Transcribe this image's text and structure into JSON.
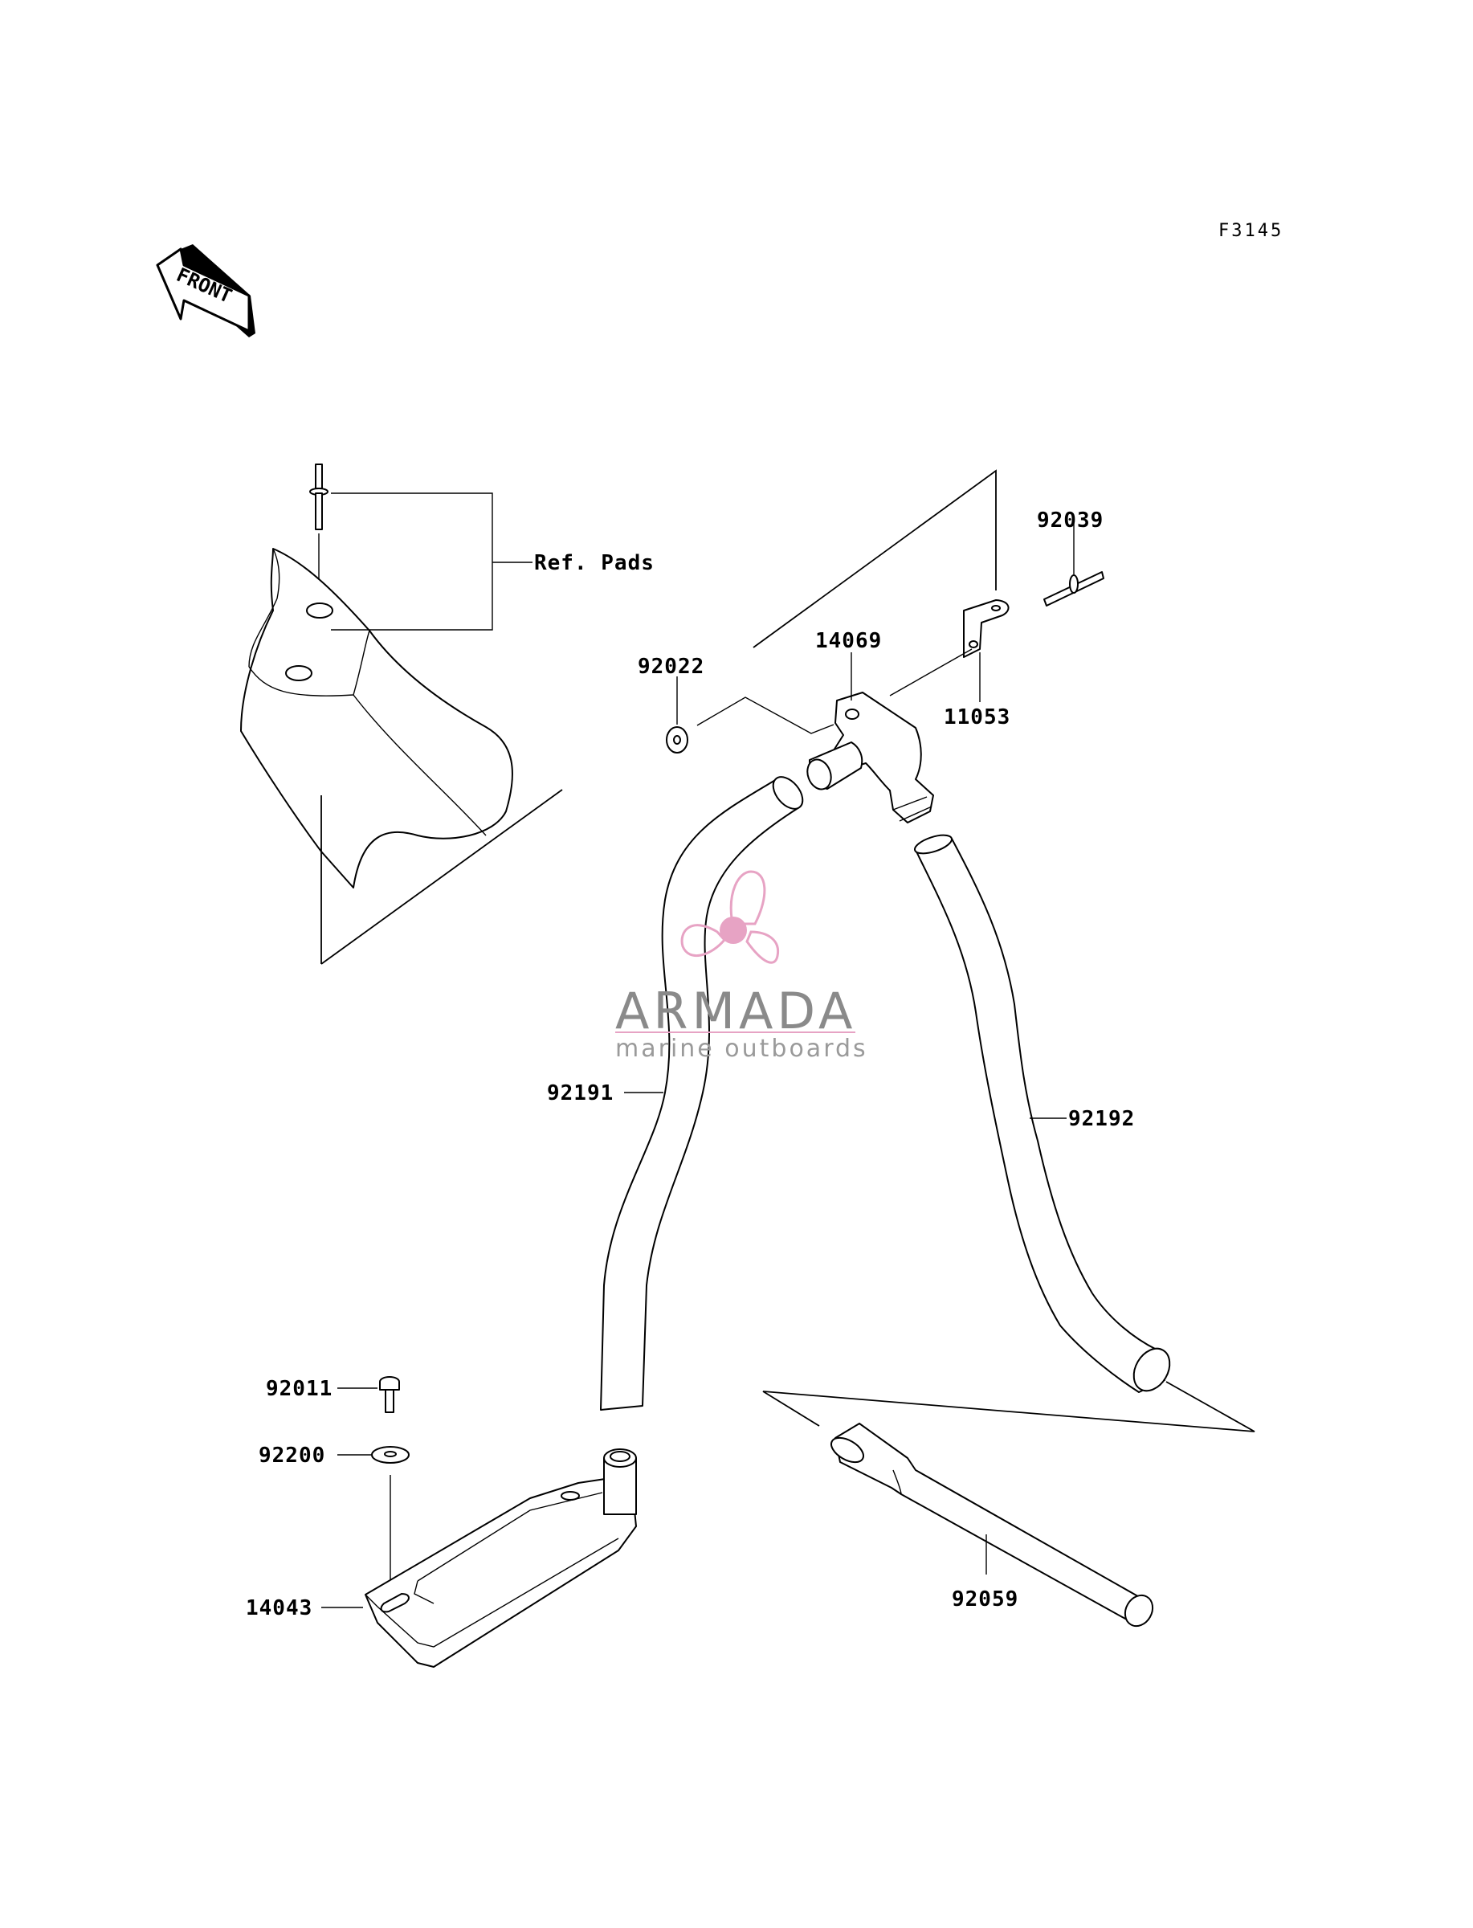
{
  "figure_code": "F3145",
  "front_label": "FRONT",
  "ref_label": "Ref. Pads",
  "parts": {
    "p92039": "92039",
    "p92022": "92022",
    "p14069": "14069",
    "p11053": "11053",
    "p92191": "92191",
    "p92192": "92192",
    "p92011": "92011",
    "p92200": "92200",
    "p14043": "14043",
    "p92059": "92059"
  },
  "watermark": {
    "brand": "ARMADA",
    "tagline": "marine outboards",
    "logo_icon": "propeller-icon",
    "logo_color": "#e7a3c4"
  }
}
